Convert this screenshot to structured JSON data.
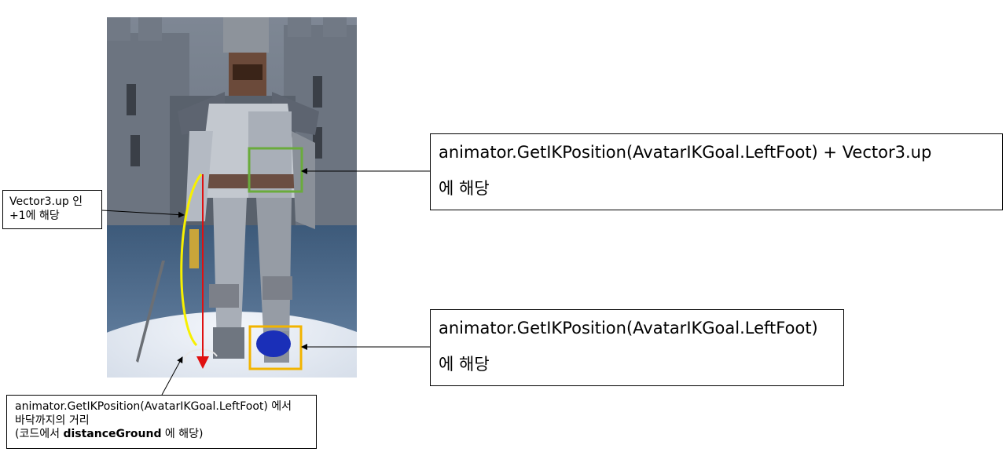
{
  "callouts": {
    "top_right": {
      "line1": "animator.GetIKPosition(AvatarIKGoal.LeftFoot)  + Vector3.up",
      "line2": "에 해당"
    },
    "mid_right": {
      "line1": "animator.GetIKPosition(AvatarIKGoal.LeftFoot)",
      "line2": "에 해당"
    },
    "left": {
      "line1": "Vector3.up 인",
      "line2": "+1에 해당"
    },
    "bottom": {
      "line1": "animator.GetIKPosition(AvatarIKGoal.LeftFoot) 에서",
      "line2": "바닥까지의 거리",
      "line3_prefix": "(코드에서 ",
      "line3_bold": "distanceGround",
      "line3_suffix": " 에 해당)"
    }
  },
  "colors": {
    "green_box": "#6aab3c",
    "orange_box": "#f2b400",
    "red_arrow": "#e01010",
    "yellow_arc": "#f7f000",
    "foot_marker": "#1a2fb8"
  }
}
